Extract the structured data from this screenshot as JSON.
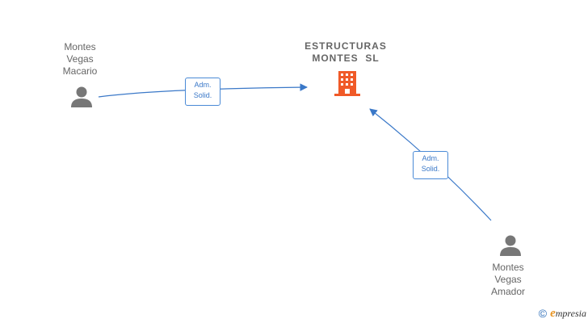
{
  "company": {
    "name_line1": "ESTRUCTURAS",
    "name_line2": "MONTES  SL",
    "icon": "building-icon",
    "icon_color": "#f05a28"
  },
  "people": [
    {
      "line1": "Montes",
      "line2": "Vegas",
      "line3": "Macario",
      "icon": "person-icon"
    },
    {
      "line1": "Montes",
      "line2": "Vegas",
      "line3": "Amador",
      "icon": "person-icon"
    }
  ],
  "edges": [
    {
      "role_line1": "Adm.",
      "role_line2": "Solid."
    },
    {
      "role_line1": "Adm.",
      "role_line2": "Solid."
    }
  ],
  "colors": {
    "edge": "#3a78c8",
    "person_icon": "#777777",
    "label_text": "#666666"
  },
  "footer": {
    "copyright_symbol": "©",
    "brand_initial": "e",
    "brand_rest": "mpresia"
  }
}
